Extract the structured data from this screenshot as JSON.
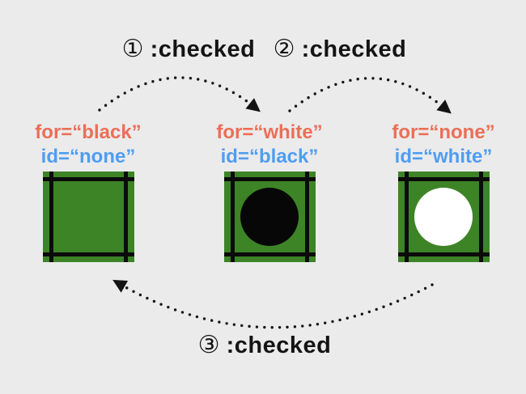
{
  "diagram": {
    "background": "#ebebeb",
    "transitions": [
      {
        "number": "①",
        "label": ":checked"
      },
      {
        "number": "②",
        "label": ":checked"
      },
      {
        "number": "③",
        "label": ":checked"
      }
    ],
    "cells": [
      {
        "for_label": "for=“black”",
        "id_label": "id=“none”",
        "stone": "none"
      },
      {
        "for_label": "for=“white”",
        "id_label": "id=“black”",
        "stone": "black"
      },
      {
        "for_label": "for=“none”",
        "id_label": "id=“white”",
        "stone": "white"
      }
    ],
    "colors": {
      "board_green": "#3d8427",
      "grid_line": "#0b0b0b",
      "for_text": "#ec6e57",
      "id_text": "#4f9df2",
      "label_text": "#141414",
      "stone_black": "#070707",
      "stone_white": "#ffffff",
      "arrow": "#141414"
    }
  }
}
